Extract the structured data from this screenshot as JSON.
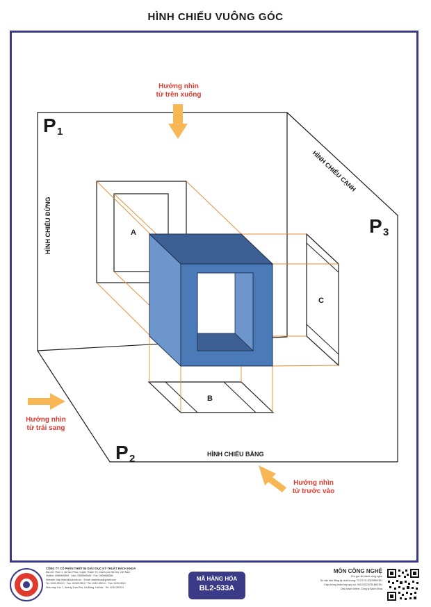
{
  "page_title": "HÌNH CHIẾU VUÔNG GÓC",
  "planes": {
    "p1": {
      "letter": "P",
      "sub": "1"
    },
    "p2": {
      "letter": "P",
      "sub": "2"
    },
    "p3": {
      "letter": "P",
      "sub": "3"
    }
  },
  "plane_labels": {
    "front": "HÌNH CHIẾU ĐỨNG",
    "top": "HÌNH CHIẾU BẰNG",
    "side": "HÌNH CHIẾU CẠNH"
  },
  "projection_labels": {
    "a": "A",
    "b": "B",
    "c": "C"
  },
  "view_directions": {
    "top": {
      "line1": "Hướng nhìn",
      "line2": "từ trên xuống"
    },
    "left": {
      "line1": "Hướng nhìn",
      "line2": "từ trái sang"
    },
    "front": {
      "line1": "Hướng nhìn",
      "line2": "từ trước vào"
    }
  },
  "colors": {
    "frame": "#3b3a86",
    "object_front": "#4a7ab8",
    "object_top": "#3c5f94",
    "object_side": "#6d97cc",
    "projection_lines": "#e58a2e",
    "arrow": "#f8b755",
    "direction_text": "#e03a2f"
  },
  "footer": {
    "company_name": "CÔNG TY CỔ PHẦN THIẾT BỊ GIÁO DỤC KỸ THUẬT BÁCH KHOA",
    "company_lines": [
      "Địa chỉ: Thôn 1, xã Vạn Phúc, huyện Thanh Trì, thành phố Hà Nội, Việt Nam",
      "Hotline: 0985969469 · Zalo: 0985969469 · Fax: 0969666566",
      "Website: http://bachkhoa.edu.vn · Email: bachkhoa@gmail.com",
      "Tel: 0243.3510.0 · Fax: 02433.3510 · Tel: 0243.3510.0 · Fax: 0243.3510",
      "Nhà máy: Km 7, đường Trần Phú, Hà Đông, Hà Nội · Tel: 0243.3510.0"
    ],
    "sku_label": "MÃ HÀNG HÓA",
    "sku_code": "BL2-533A",
    "subject_title": "MÔN CÔNG NGHỆ",
    "subject_lines": [
      "Tên gọi: Bộ tranh công nghệ",
      "Số văn bản đăng ký chất lượng: TCCS 01:2023/BKEDU",
      "Cấp chứng nhận hợp quy số: 0012/2023/TB-BKEDU",
      "Chịu trách nhiệm: Công ty Bách Khoa"
    ]
  }
}
